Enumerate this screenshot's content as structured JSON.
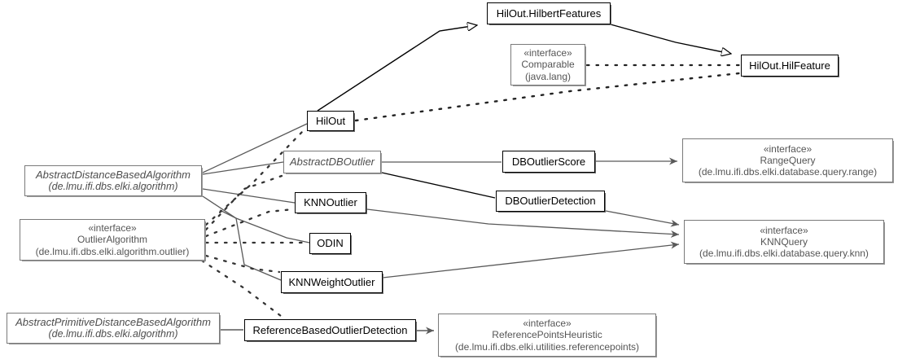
{
  "diagram": {
    "title": "HilOut class hierarchy UML diagram",
    "type": "uml-class-diagram",
    "colors": {
      "background": "#ffffff",
      "class_border": "#000000",
      "abstract_border": "#7a7a7a",
      "interface_border": "#7a7a7a",
      "solid_edge": "#595959",
      "dotted_edge": "#333333"
    }
  },
  "nodes": {
    "hilbert_features": {
      "name": "HilOut.HilbertFeatures",
      "kind": "class"
    },
    "comparable": {
      "stereotype": "«interface»",
      "name": "Comparable",
      "package": "(java.lang)",
      "kind": "interface"
    },
    "hil_feature": {
      "name": "HilOut.HilFeature",
      "kind": "class"
    },
    "hilout": {
      "name": "HilOut",
      "kind": "class"
    },
    "abstract_distance_based_algorithm": {
      "name": "AbstractDistanceBasedAlgorithm",
      "package": "(de.lmu.ifi.dbs.elki.algorithm)",
      "kind": "abstract"
    },
    "abstract_db_outlier": {
      "name": "AbstractDBOutlier",
      "kind": "abstract"
    },
    "db_outlier_score": {
      "name": "DBOutlierScore",
      "kind": "class"
    },
    "db_outlier_detection": {
      "name": "DBOutlierDetection",
      "kind": "class"
    },
    "range_query": {
      "stereotype": "«interface»",
      "name": "RangeQuery",
      "package": "(de.lmu.ifi.dbs.elki.database.query.range)",
      "kind": "interface"
    },
    "knn_query": {
      "stereotype": "«interface»",
      "name": "KNNQuery",
      "package": "(de.lmu.ifi.dbs.elki.database.query.knn)",
      "kind": "interface"
    },
    "knn_outlier": {
      "name": "KNNOutlier",
      "kind": "class"
    },
    "odin": {
      "name": "ODIN",
      "kind": "class"
    },
    "knn_weight_outlier": {
      "name": "KNNWeightOutlier",
      "kind": "class"
    },
    "outlier_algorithm": {
      "stereotype": "«interface»",
      "name": "OutlierAlgorithm",
      "package": "(de.lmu.ifi.dbs.elki.algorithm.outlier)",
      "kind": "interface"
    },
    "abstract_primitive_distance_based_algorithm": {
      "name": "AbstractPrimitiveDistanceBasedAlgorithm",
      "package": "(de.lmu.ifi.dbs.elki.algorithm)",
      "kind": "abstract"
    },
    "reference_based_outlier_detection": {
      "name": "ReferenceBasedOutlierDetection",
      "kind": "class"
    },
    "reference_points_heuristic": {
      "stereotype": "«interface»",
      "name": "ReferencePointsHeuristic",
      "package": "(de.lmu.ifi.dbs.elki.utilities.referencepoints)",
      "kind": "interface"
    }
  }
}
